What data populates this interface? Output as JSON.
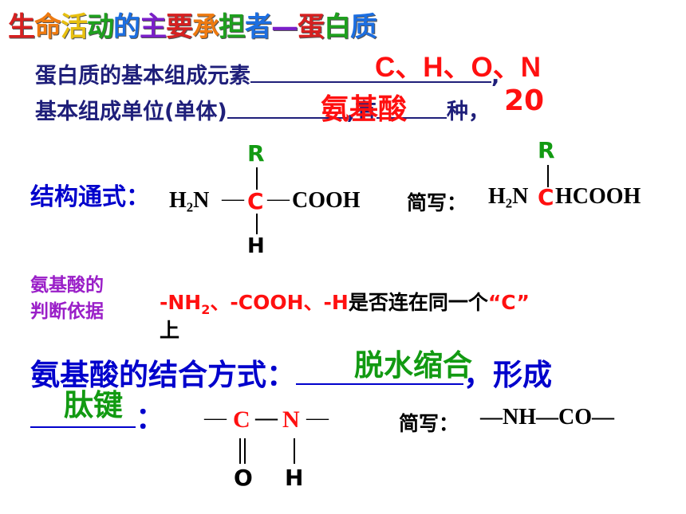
{
  "title": [
    "生",
    "命",
    "活",
    "动",
    "的",
    "主",
    "要",
    "承",
    "担",
    "者",
    "—",
    "蛋",
    "白",
    "质"
  ],
  "title_colors": [
    "#d62020",
    "#ee7a10",
    "#e8c010",
    "#1ea01e",
    "#1c6ee0",
    "#7a1fc8",
    "#d62020",
    "#ee7a10",
    "#1ea01e",
    "#1c6ee0",
    "#7a1fc8",
    "#d62020",
    "#1ea01e",
    "#1c6ee0"
  ],
  "elements_q": {
    "text": "蛋白质的基本组成元素",
    "answer": "C、H、O、N",
    "end": ","
  },
  "unit_q": {
    "text": "基本组成单位(单体)",
    "answer": "氨基酸",
    "mid": ",有",
    "count": "20",
    "end": "种，"
  },
  "general_formula": {
    "label": "结构通式：",
    "left": "H₂N",
    "bond": "—",
    "center": "C",
    "right": "COOH",
    "top": "R",
    "bottom": "H"
  },
  "short_formula": {
    "label": "简写：",
    "left": "H₂N",
    "center": "C",
    "right": "HCOOH",
    "top": "R"
  },
  "criterion": {
    "label_line1": "氨基酸的",
    "label_line2": "判断依据",
    "text_a": "-NH",
    "sub": "2",
    "text_b": "、-COOH、-H",
    "text_c": "是否连在同一个",
    "quoted": "“C”",
    "text_d": "上"
  },
  "combination_q": {
    "text": "氨基酸的结合方式：",
    "answer": "脱水缩合",
    "mid": "，形成",
    "answer2": "肽键",
    "end": "："
  },
  "peptide_bond": {
    "left_bond": "—",
    "c": "C",
    "mid_bond": "—",
    "n": "N",
    "right_bond": "—",
    "o": "O",
    "h": "H",
    "short_label": "简写：",
    "short_formula": "—NH—CO—"
  }
}
